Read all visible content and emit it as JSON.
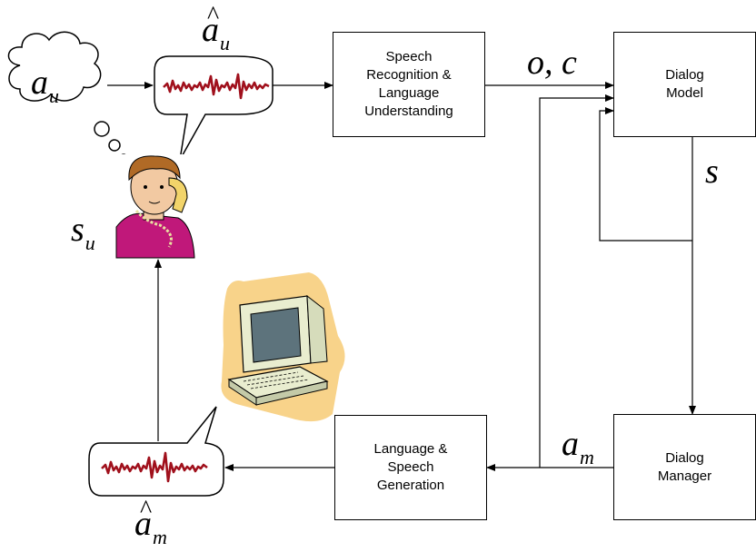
{
  "boxes": {
    "asr": {
      "lines": [
        "Speech",
        "Recognition &",
        "Language",
        "Understanding"
      ]
    },
    "dialog_model": {
      "lines": [
        "Dialog",
        "Model"
      ]
    },
    "dialog_manager": {
      "lines": [
        "Dialog",
        "Manager"
      ]
    },
    "generation": {
      "lines": [
        "Language &",
        "Speech",
        "Generation"
      ]
    }
  },
  "symbols": {
    "user_action": {
      "base": "a",
      "sub": "u"
    },
    "user_action_hat": {
      "base": "a",
      "sub": "u",
      "hat": "^"
    },
    "observation": {
      "text": "o, c"
    },
    "state": {
      "text": "s"
    },
    "user_state": {
      "base": "s",
      "sub": "u"
    },
    "machine_action": {
      "base": "a",
      "sub": "m"
    },
    "machine_action_hat": {
      "base": "a",
      "sub": "m",
      "hat": "^"
    }
  },
  "colors": {
    "waveform": "#a0101c",
    "line": "#000000",
    "computer_bg": "#f8d38a",
    "person_shirt": "#c0187a"
  },
  "icons": [
    "thought-cloud",
    "speech-bubble",
    "waveform",
    "person-on-phone",
    "desktop-computer"
  ]
}
